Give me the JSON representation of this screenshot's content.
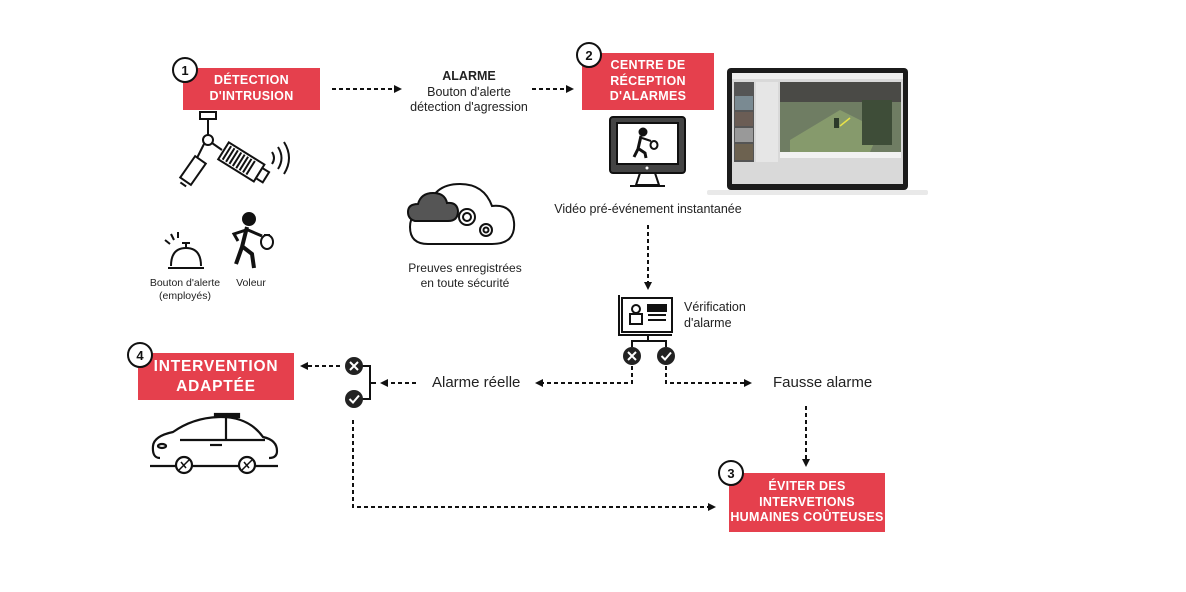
{
  "colors": {
    "accent": "#E5404D",
    "ink": "#111111"
  },
  "steps": {
    "step1": {
      "number": "1",
      "line1": "DÉTECTION",
      "line2": "D'INTRUSION"
    },
    "step2": {
      "number": "2",
      "line1": "CENTRE DE",
      "line2": "RÉCEPTION",
      "line3": "D'ALARMES"
    },
    "step3": {
      "number": "3",
      "line1": "ÉVITER DES",
      "line2": "INTERVETIONS",
      "line3": "HUMAINES COÛTEUSES"
    },
    "step4": {
      "number": "4",
      "line1": "INTERVENTION",
      "line2": "ADAPTÉE"
    }
  },
  "alarm": {
    "title": "ALARME",
    "line1": "Bouton d'alerte",
    "line2": "détection d'agression"
  },
  "sources": {
    "panic_button": {
      "line1": "Bouton d'alerte",
      "line2": "(employés)",
      "icon": "bell-icon"
    },
    "thief": {
      "label": "Voleur",
      "icon": "thief-icon"
    }
  },
  "cloud": {
    "line1": "Preuves enregistrées",
    "line2": "en toute sécurité",
    "icon": "cloud-gears-icon"
  },
  "video_caption": "Vidéo pré-événement instantanée",
  "verification": {
    "line1": "Vérification",
    "line2": "d'alarme",
    "icon": "id-card-icon"
  },
  "outcomes": {
    "real": "Alarme réelle",
    "false": "Fausse alarme"
  },
  "icons": [
    "camera-icon",
    "monitor-icon",
    "laptop-icon",
    "car-icon",
    "cross-icon",
    "check-icon"
  ]
}
